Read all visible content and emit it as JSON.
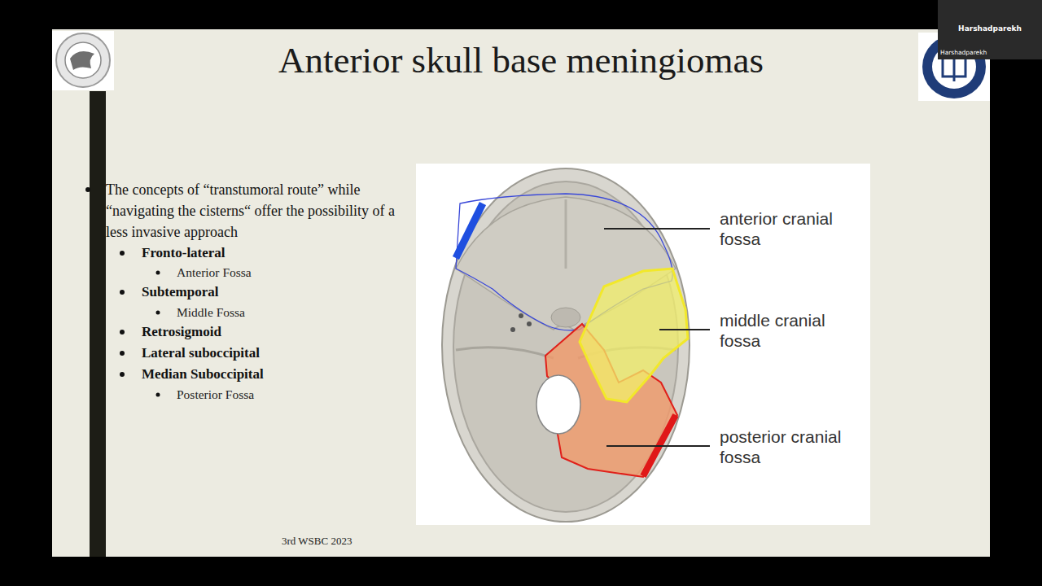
{
  "diagram": {
    "title": "Anterior skull base meningiomas",
    "nodes": [
      {
        "text": [
          "Harshadparekh",
          "Harshadparekh"
        ]
      }
    ],
    "labels": [
      "The concepts of “transtumoral route” while “navigating the cisterns“ offer the possibility of a less invasive approach",
      "Fronto-lateral",
      "Anterior Fossa",
      "Subtemporal",
      "Middle Fossa",
      "Retrosigmoid",
      "Lateral suboccipital",
      "Median Suboccipital",
      "Posterior Fossa",
      "anterior cranial fossa",
      "middle cranial fossa",
      "posterior cranial fossa",
      "3rd WSBC 2023"
    ]
  }
}
